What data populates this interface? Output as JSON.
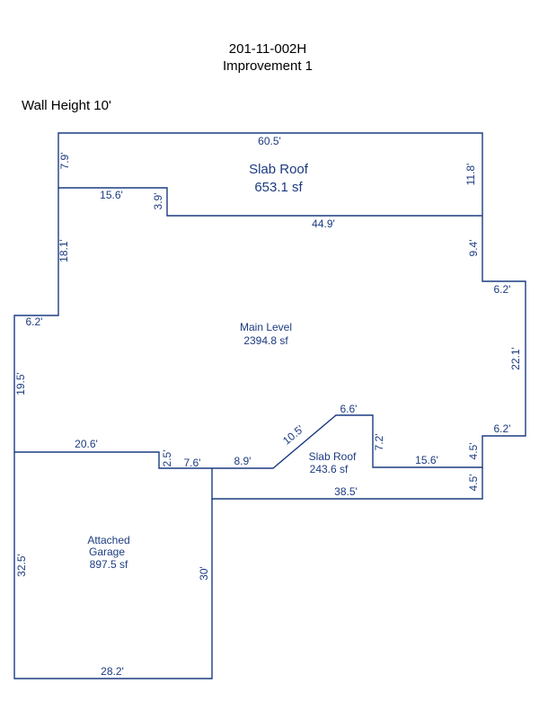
{
  "header": {
    "parcel_id": "201-11-002H",
    "improvement": "Improvement 1",
    "wall_height": "Wall Height 10'"
  },
  "colors": {
    "line": "#1c3b80",
    "text": "#000000"
  },
  "areas": {
    "slab_roof_top": {
      "label": "Slab Roof",
      "size": "653.1 sf"
    },
    "main_level": {
      "label": "Main Level",
      "size": "2394.8 sf"
    },
    "slab_roof_small": {
      "label": "Slab Roof",
      "size": "243.6 sf"
    },
    "garage": {
      "label_line1": "Attached",
      "label_line2": "Garage",
      "size": "897.5 sf"
    }
  },
  "dimensions": {
    "top_width": "60.5'",
    "left_upper": "7.9'",
    "right_upper": "11.8'",
    "notch_width": "15.6'",
    "notch_height": "3.9'",
    "roof_bottom": "44.9'",
    "left_mid": "18.1'",
    "right_mid": "9.4'",
    "bump_right_top": "6.2'",
    "left_step": "6.2'",
    "right_bump": "22.1'",
    "left_lower": "19.5'",
    "bump_right_bottom": "6.2'",
    "garage_top": "20.6'",
    "step_down": "2.5'",
    "step_run": "7.6'",
    "run_8_9": "8.9'",
    "diagonal": "10.5'",
    "small_top": "6.6'",
    "small_drop": "7.2'",
    "small_bottom": "15.6'",
    "right_4_5_upper": "4.5'",
    "right_4_5_lower": "4.5'",
    "bottom_38_5": "38.5'",
    "garage_left": "32.5'",
    "garage_right": "30'",
    "garage_bottom": "28.2'"
  }
}
